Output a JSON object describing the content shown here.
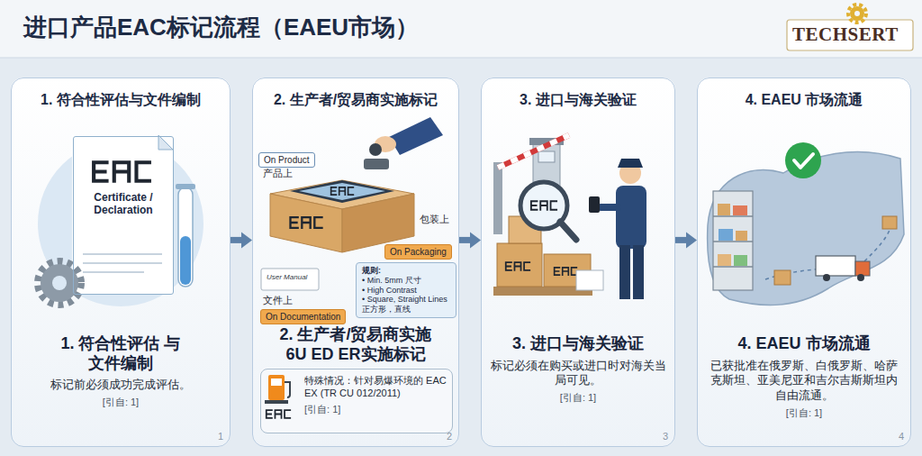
{
  "diagram": {
    "title": "进口产品EAC标记流程（EAEU市场）",
    "nodes": [
      {
        "text": [
          "1. 符合性评估与文件编制",
          "1. 符合性评估 与文件编制",
          "标记前必须成功完成评估。",
          "[引自: 1]"
        ]
      },
      {
        "text": [
          "Certificate / Declaration"
        ],
        "in": 0
      },
      {
        "text": [
          "2. 生产者/贸易商实施标记",
          "2. 生产者/贸易商实施 6U ED ER实施标记"
        ]
      },
      {
        "text": [
          "On Product"
        ],
        "in": 2
      },
      {
        "text": [
          "On Packaging"
        ],
        "in": 2
      },
      {
        "text": [
          "On Documentation"
        ],
        "in": 2
      },
      {
        "text": [
          "规则:",
          "• Min. 5mm 尺寸",
          "• High Contrast",
          "• Square, Straight Lines 正方形，直线"
        ],
        "in": 2
      },
      {
        "text": [
          "特殊情况：针对易爆环境的 EAC EX (TR CU 012/2011)",
          "[引自: 1]"
        ],
        "in": 2
      },
      {
        "text": [
          "3. 进口与海关验证",
          "3. 进口与海关验证",
          "标记必须在购买或进口时对海关当局可见。",
          "[引自: 1]"
        ]
      },
      {
        "text": [
          "4. EAEU 市场流通",
          "4. EAEU 市场流通",
          "已获批准在俄罗斯、白俄罗斯、哈萨克斯坦、亚美尼亚和吉尔吉斯斯坦内自由流通。",
          "[引自: 1]"
        ]
      }
    ],
    "edges": [
      {
        "from": 0,
        "to": 2,
        "arrow": "to"
      },
      {
        "from": 2,
        "to": 8,
        "arrow": "to"
      },
      {
        "from": 8,
        "to": 9,
        "arrow": "to"
      }
    ],
    "labels": [
      "TECHSERT",
      "产品上",
      "包装上",
      "User Manual",
      "文件上",
      "1",
      "2",
      "3",
      "4"
    ]
  }
}
